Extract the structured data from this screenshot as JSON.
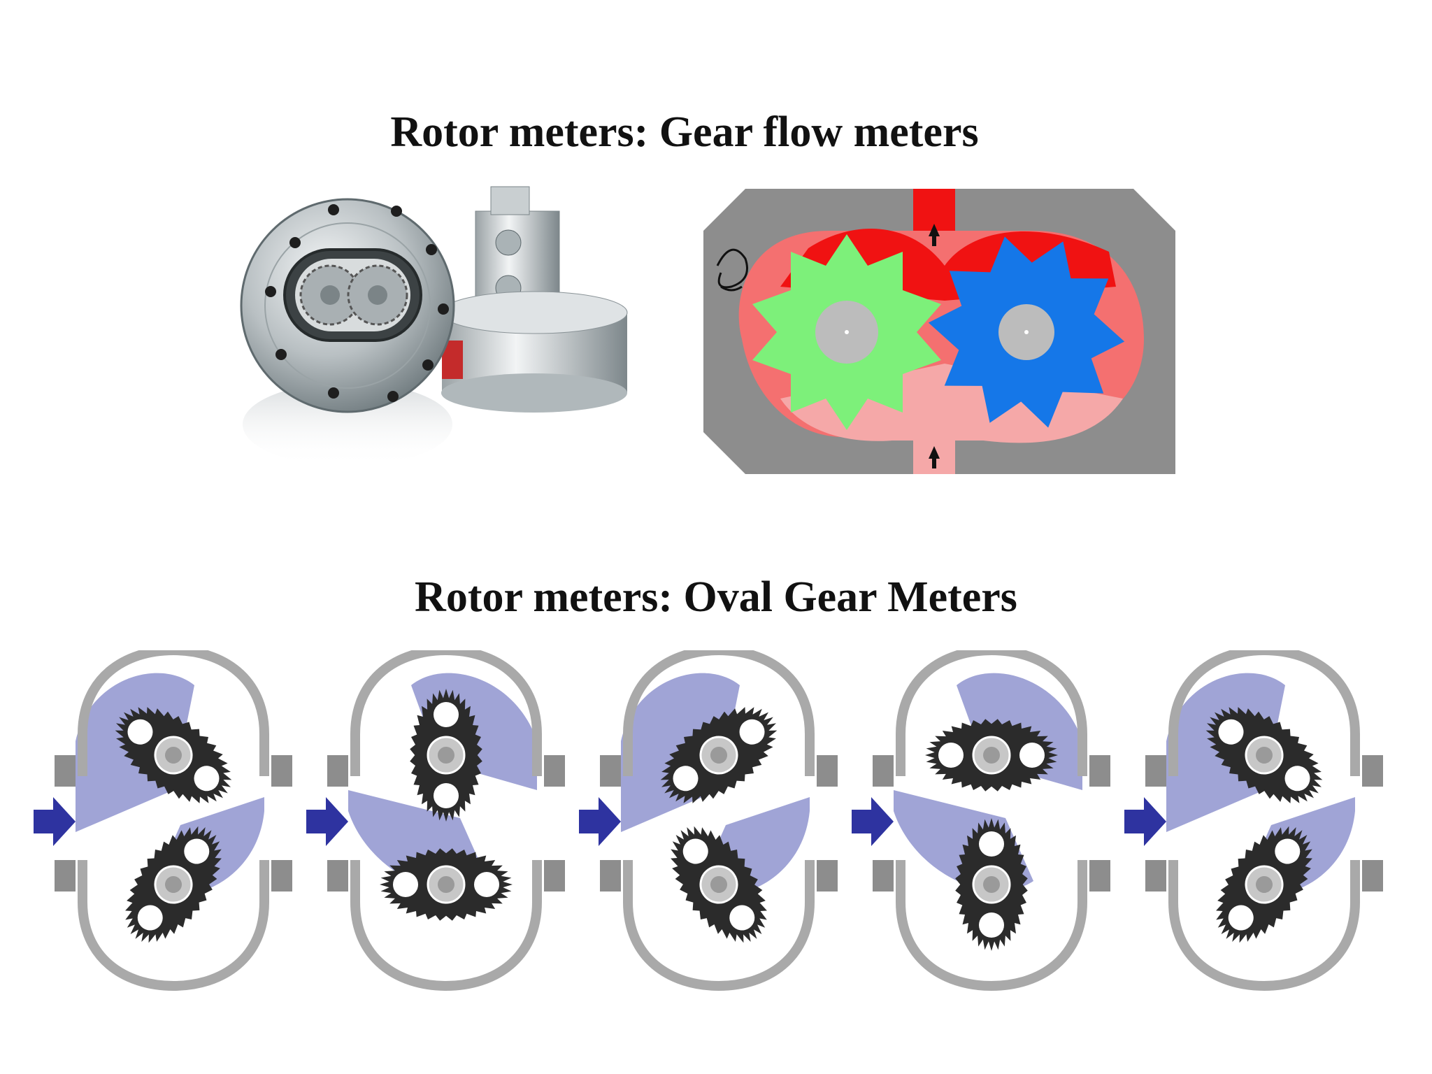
{
  "slide": {
    "title_gear": "Rotor meters: Gear flow meters",
    "title_oval": "Rotor meters: Oval Gear Meters"
  },
  "colors": {
    "flow_blue": "#9b9fd4",
    "arrow_blue": "#2e33a0",
    "gear_dark": "#2b2b2b",
    "housing_gray": "#8d8d8d",
    "gear_green": "#7df07a",
    "gear_blue": "#1577e8",
    "fluid_red": "#f01212",
    "fluid_pink": "#f47070",
    "fluid_light_pink": "#f5a8a8"
  },
  "oval_stages": [
    {
      "stage": 1,
      "upper_angle": 35,
      "lower_angle": 125
    },
    {
      "stage": 2,
      "upper_angle": 90,
      "lower_angle": 0
    },
    {
      "stage": 3,
      "upper_angle": 145,
      "lower_angle": 55
    },
    {
      "stage": 4,
      "upper_angle": 0,
      "lower_angle": 90
    },
    {
      "stage": 5,
      "upper_angle": 35,
      "lower_angle": 125
    }
  ]
}
